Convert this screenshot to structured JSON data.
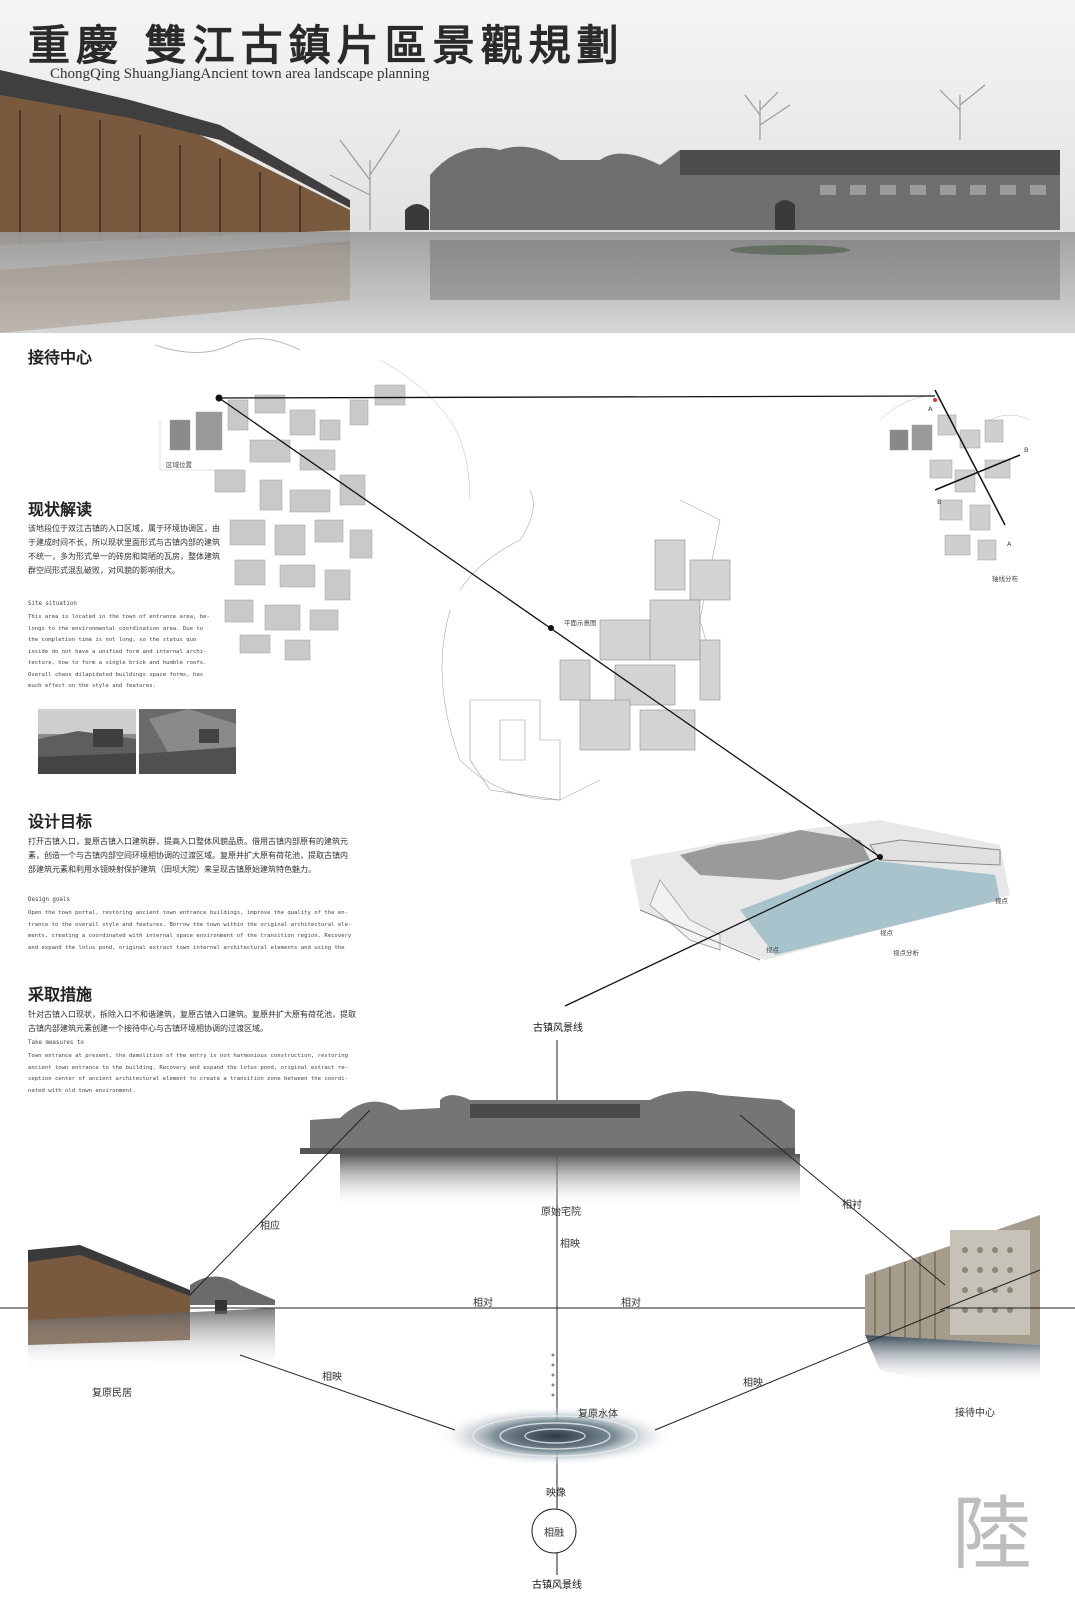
{
  "header": {
    "title_cn": "重慶  雙江古鎮片區景觀規劃",
    "title_en": "ChongQing  ShuangJiangAncient town area landscape planning"
  },
  "sections": {
    "reception_center": "接待中心",
    "status_analysis": {
      "title": "现状解读",
      "text_cn": "该地段位于双江古镇的入口区域，属于环境协调区，由于建成时间不长，所以现状里面形式与古镇内部的建筑不统一，多为形式单一的砖房和简陋的瓦房，整体建筑群空间形式混乱破败，对风貌的影响很大。",
      "en_heading": "Site situation",
      "text_en": "This area is located in the town of entrance area, be-\nlongs to the environmental coordination area. Due to\nthe completion time is not long, so the status quo\ninside do not have a unified form and internal archi-\ntecture, how to form a single brick and humble roofs.\nOverall chaos dilapidated buildings space forms, has\nmuch effect on the style and features."
    },
    "design_goals": {
      "title": "设计目标",
      "text_cn": "打开古镇入口，复原古镇入口建筑群，提高入口整体风貌品质。借用古镇内部原有的建筑元素，创造一个与古镇内部空间环境相协调的过渡区域。复原并扩大原有荷花池，提取古镇内部建筑元素和利用水镜映射保护建筑（田坝大院）来呈现古镇原始建筑特色魅力。",
      "en_heading": "Design goals",
      "text_en": "Open the town portal, restoring ancient town entrance buildings, improve the quality of the en-\ntrance to the overall style and features. Borrow the town within the original architectural ele-\nments, creating a coordinated with internal space environment of the transition region. Recovery\nand expand the lotus pond, original extract town internal architectural elements and using the"
    },
    "measures": {
      "title": "采取措施",
      "text_cn": "针对古镇入口现状，拆除入口不和谐建筑，复原古镇入口建筑。复原并扩大原有荷花池，提取古镇内部建筑元素创建一个接待中心与古镇环境相协调的过渡区域。",
      "en_heading": "Take measures to",
      "text_en": "Town entrance at present, the demolition of the entry is not harmonious construction, restoring\nancient town entrance to the building. Recovery and expand the lotus pond, original extract re-\nception center of ancient architectural element to create a transition zone between the coordi-\nnated with old town environment."
    }
  },
  "map_labels": {
    "location": "区域位置",
    "plan": "平面示意图",
    "axis": "轴线分布",
    "viewpoint_analysis": "视点分析",
    "viewpoint": "视点",
    "axis_letters": [
      "A",
      "B",
      "B",
      "A"
    ]
  },
  "diagram": {
    "top_axis": "古镇风景线",
    "bottom_axis": "古镇风景线",
    "original_courtyard": "原始宅院",
    "restored_dwellings": "复原民居",
    "reception_center": "接待中心",
    "restored_water": "复原水体",
    "relations": {
      "correspond": "相应",
      "contrast_right": "相衬",
      "reflect_top": "相映",
      "oppose_left": "相对",
      "oppose_right": "相对",
      "reflect_left": "相映",
      "reflect_right": "相映",
      "mirror": "映像",
      "blend": "相融"
    },
    "vertical_text": "古镇风景线"
  },
  "seal": "陸"
}
